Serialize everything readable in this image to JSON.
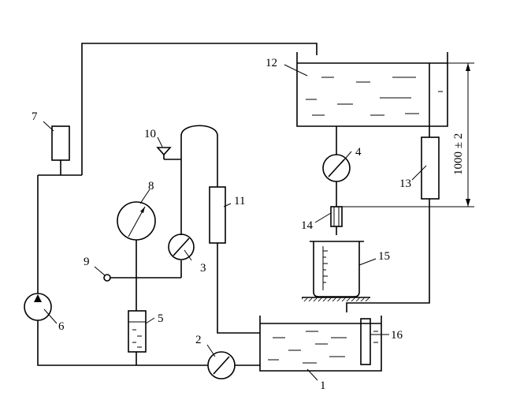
{
  "labels": {
    "n1": "1",
    "n2": "2",
    "n3": "3",
    "n4": "4",
    "n5": "5",
    "n6": "6",
    "n7": "7",
    "n8": "8",
    "n9": "9",
    "n10": "10",
    "n11": "11",
    "n12": "12",
    "n13": "13",
    "n14": "14",
    "n15": "15",
    "n16": "16"
  },
  "dimension": "1000 ± 2"
}
